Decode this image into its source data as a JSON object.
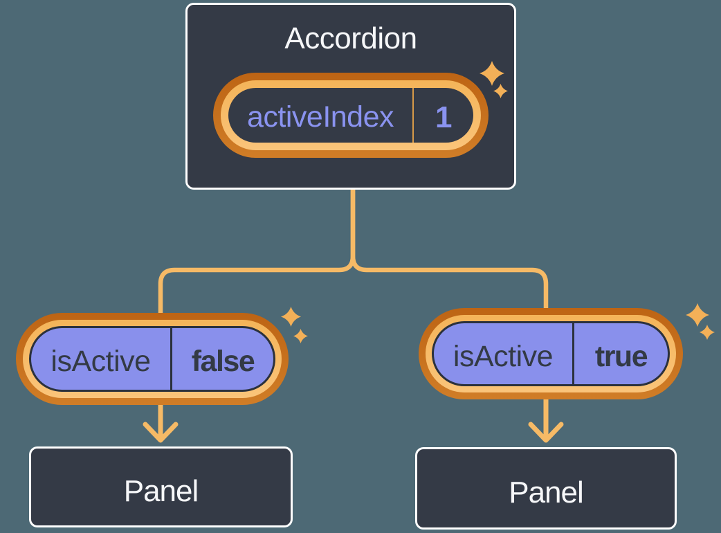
{
  "accordion": {
    "title": "Accordion",
    "state": {
      "label": "activeIndex",
      "value": "1"
    }
  },
  "branches": {
    "left": {
      "prop": {
        "label": "isActive",
        "value": "false"
      },
      "panel_label": "Panel"
    },
    "right": {
      "prop": {
        "label": "isActive",
        "value": "true"
      },
      "panel_label": "Panel"
    }
  },
  "icons": {
    "decoration": "sparkle-icon"
  },
  "colors": {
    "background": "#4d6975",
    "node-fill": "#343a46",
    "node-border": "#ffffff",
    "wire": "#f6ba66",
    "ring-outer-top": "#bd6414",
    "ring-outer-bottom": "#d07d27",
    "ring-inner-top": "#f4b459",
    "ring-inner-bottom": "#fac47a",
    "pill-purple": "#8990ec",
    "pill-dark-text": "#333a45",
    "pill-outline": "#2b313c",
    "accent-purple": "#8a93f0",
    "divider-orange": "#d89a48",
    "sparkle": "#f3b058"
  }
}
